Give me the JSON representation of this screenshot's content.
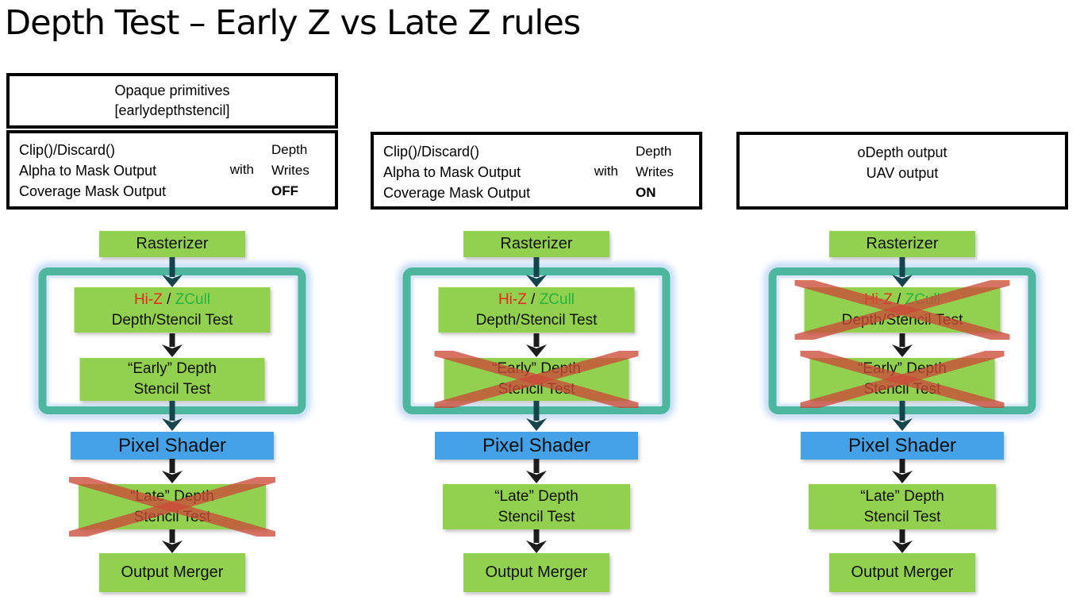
{
  "title": "Depth Test – Early Z vs Late Z rules",
  "colors": {
    "stage_green": "#92d050",
    "pixel_shader_blue": "#45a2e8",
    "container_teal": "#4cb79e",
    "container_glow_blue": "#cfe2f6",
    "cross_red": "rgba(203,76,56,0.78)",
    "hi_z_red": "#e8291c",
    "zcull_green": "#27b43c"
  },
  "pipeline_labels": {
    "rasterizer": "Rasterizer",
    "hiz_part1": "Hi-Z",
    "hiz_sep": " / ",
    "hiz_part2": "ZCull",
    "hiz_line2": "Depth/Stencil Test",
    "early_line1": "“Early” Depth",
    "early_line2": "Stencil Test",
    "pixel_shader": "Pixel Shader",
    "late_line1": "“Late” Depth",
    "late_line2": "Stencil Test",
    "output_merger": "Output Merger"
  },
  "columns": [
    {
      "name": "opaque-primitives-depth-writes-off",
      "header": {
        "line1": "Opaque primitives",
        "line2": "[earlydepthstencil]"
      },
      "rules": {
        "line1": "Clip()/Discard()",
        "line2": "Alpha to Mask Output",
        "line3": "Coverage Mask Output",
        "connector": "with",
        "right1": "Depth",
        "right2": "Writes",
        "state": "OFF"
      },
      "crossed_stages": [
        "late-depth-stencil-test"
      ]
    },
    {
      "name": "depth-writes-on",
      "rules": {
        "line1": "Clip()/Discard()",
        "line2": "Alpha to Mask Output",
        "line3": "Coverage Mask Output",
        "connector": "with",
        "right1": "Depth",
        "right2": "Writes",
        "state": "ON"
      },
      "crossed_stages": [
        "early-depth-stencil-test"
      ]
    },
    {
      "name": "odepth-uav-output",
      "header": {
        "line1": "oDepth output",
        "line2": "UAV output"
      },
      "crossed_stages": [
        "hiz-zcull-depth-stencil-test",
        "early-depth-stencil-test"
      ]
    }
  ]
}
